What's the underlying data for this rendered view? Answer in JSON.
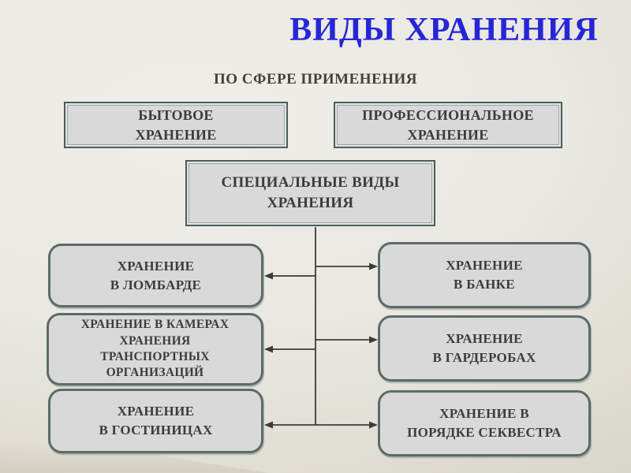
{
  "slide": {
    "title": "ВИДЫ ХРАНЕНИЯ",
    "subtitle": "ПО СФЕРЕ ПРИМЕНЕНИЯ"
  },
  "classification": {
    "household": {
      "label": "БЫТОВОЕ\nХРАНЕНИЕ"
    },
    "professional": {
      "label": "ПРОФЕССИОНАЛЬНОЕ\nХРАНЕНИЕ"
    },
    "special": {
      "label": "СПЕЦИАЛЬНЫЕ ВИДЫ\nХРАНЕНИЯ"
    }
  },
  "special_types": {
    "left": [
      {
        "label": "ХРАНЕНИЕ\nВ ЛОМБАРДЕ"
      },
      {
        "label": "ХРАНЕНИЕ В КАМЕРАХ\nХРАНЕНИЯ\nТРАНСПОРТНЫХ\nОРГАНИЗАЦИЙ"
      },
      {
        "label": "ХРАНЕНИЕ\nВ ГОСТИНИЦАХ"
      }
    ],
    "right": [
      {
        "label": "ХРАНЕНИЕ\nВ БАНКЕ"
      },
      {
        "label": "ХРАНЕНИЕ\nВ ГАРДЕРОБАХ"
      },
      {
        "label": "ХРАНЕНИЕ В\nПОРЯДКЕ СЕКВЕСТРА"
      }
    ]
  },
  "colors": {
    "title": "#2626d6",
    "subtitle_text": "#42413c",
    "box_text": "#3c3c3c",
    "box_fill": "#d9d9d9",
    "rect_border": "#4d5c5c",
    "rounded_border": "#5b6b6a",
    "connector": "#3b3b3b"
  }
}
